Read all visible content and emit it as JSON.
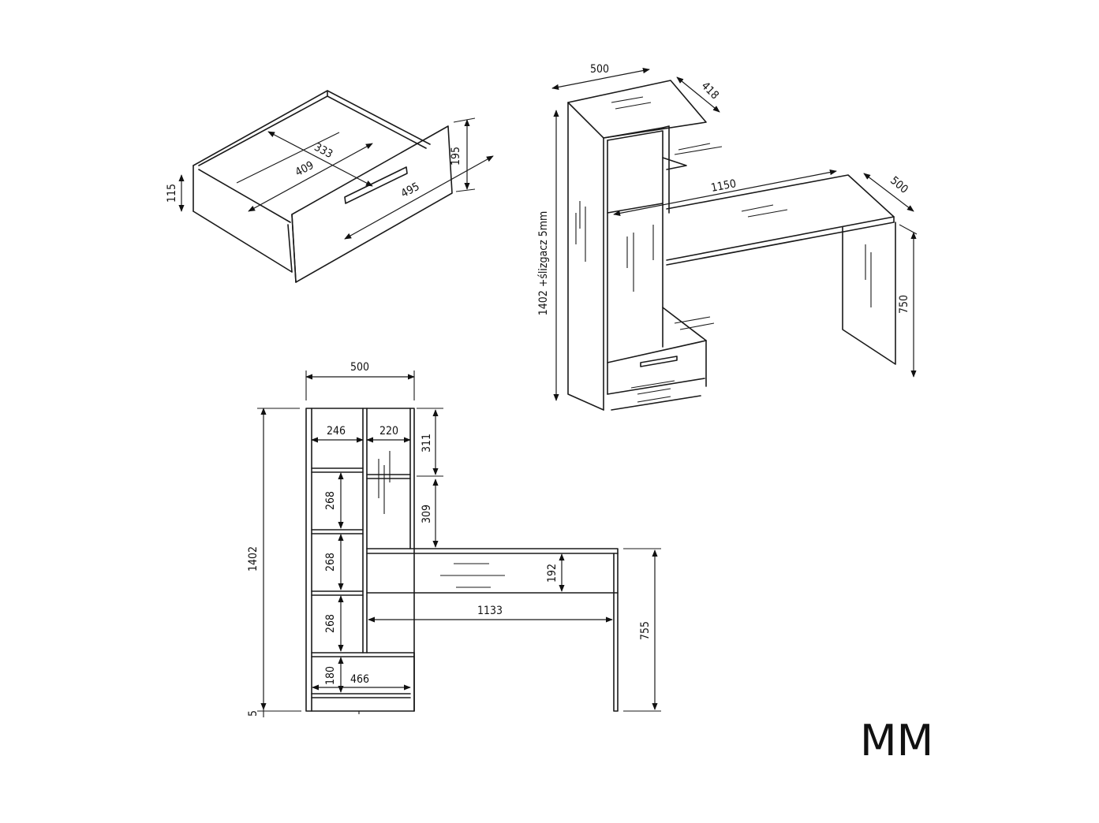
{
  "drawer": {
    "d_115": "115",
    "d_333": "333",
    "d_409": "409",
    "d_495": "495",
    "d_195": "195"
  },
  "iso_desk": {
    "d_500_top": "500",
    "d_418": "418",
    "d_1150": "1150",
    "d_500_right": "500",
    "d_height": "1402 +ślizgacz 5mm",
    "d_750": "750"
  },
  "front": {
    "d_500": "500",
    "d_246": "246",
    "d_220": "220",
    "d_311": "311",
    "d_309": "309",
    "d_268_a": "268",
    "d_268_b": "268",
    "d_268_c": "268",
    "d_1402": "1402",
    "d_192": "192",
    "d_1133": "1133",
    "d_755": "755",
    "d_180": "180",
    "d_466": "466",
    "d_5": "5"
  },
  "brand": "MM"
}
